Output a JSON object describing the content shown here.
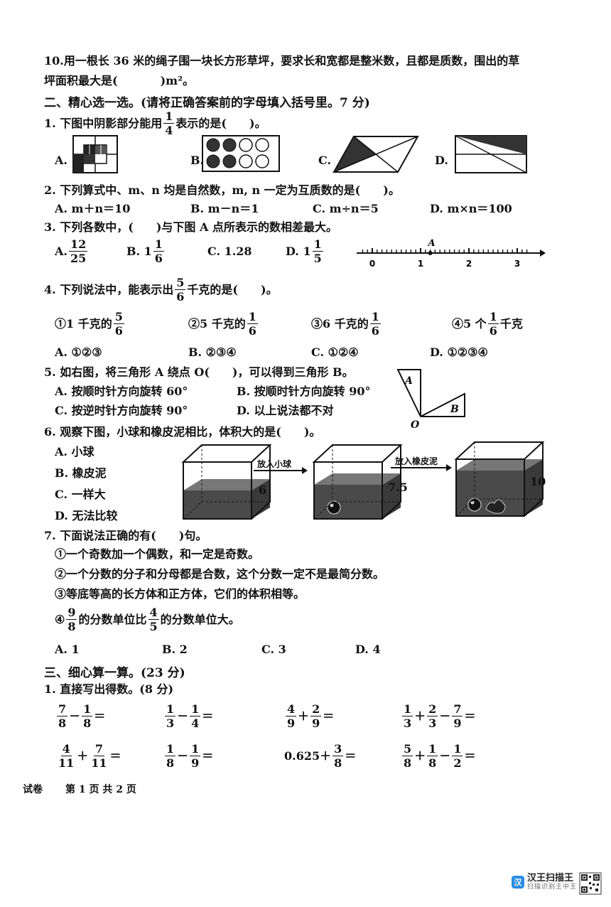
{
  "q10": {
    "line1": "10.用一根长 36 米的绳子围一块长方形草坪，要求长和宽都是整米数，且都是质数，围出的草",
    "line2_a": "坪面积最大是(",
    "line2_b": ")m²。"
  },
  "sec2": {
    "title": "二、精心选一选。(请将正确答案前的字母填入括号里。7 分)"
  },
  "s2q1": {
    "pre": "1. 下图中阴影部分能用",
    "num": "1",
    "den": "4",
    "post": "表示的是(　　)。",
    "opts": [
      "A.",
      "B.",
      "C.",
      "D."
    ]
  },
  "s2q2": {
    "stem": "2. 下列算式中、m、n 均是自然数，m, n 一定为互质数的是(　　)。",
    "opts": [
      "A. m＋n＝10",
      "B. m－n＝1",
      "C. m÷n＝5",
      "D. m×n＝100"
    ]
  },
  "s2q3": {
    "stem": "3. 下列各数中，(　　)与下图 A 点所表示的数相差最大。",
    "optA": {
      "label": "A.",
      "num": "12",
      "den": "25"
    },
    "optB": {
      "label": "B. 1",
      "num": "1",
      "den": "6"
    },
    "optC": "C. 1.28",
    "optD": {
      "label": "D. 1",
      "num": "1",
      "den": "5"
    },
    "axis": {
      "labels": [
        "0",
        "1",
        "2",
        "3"
      ],
      "point": "A",
      "point_value": 1.2
    }
  },
  "s2q4": {
    "pre": "4. 下列说法中，能表示出",
    "num": "5",
    "den": "6",
    "post": "千克的是(　　)。",
    "items": [
      {
        "pre": "①1 千克的",
        "num": "5",
        "den": "6",
        "post": ""
      },
      {
        "pre": "②5 千克的",
        "num": "1",
        "den": "6",
        "post": ""
      },
      {
        "pre": "③6 千克的",
        "num": "1",
        "den": "6",
        "post": ""
      },
      {
        "pre": "④5 个",
        "num": "1",
        "den": "6",
        "post": "千克"
      }
    ],
    "opts": [
      "A. ①②③",
      "B. ②③④",
      "C. ①②④",
      "D. ①②③④"
    ]
  },
  "s2q5": {
    "stem": "5. 如右图，将三角形 A 绕点 O(　　)，可以得到三角形 B。",
    "opts": [
      "A. 按顺时针方向旋转 60°",
      "B. 按顺时针方向旋转 90°",
      "C. 按逆时针方向旋转 90°",
      "D. 以上说法都不对"
    ],
    "labels": {
      "a": "A",
      "b": "B",
      "o": "O"
    }
  },
  "s2q6": {
    "stem": "6. 观察下图，小球和橡皮泥相比，体积大的是(　　)。",
    "opts": [
      "A. 小球",
      "B. 橡皮泥",
      "C. 一样大",
      "D. 无法比较"
    ],
    "arrow1": "放入小球",
    "arrow2": "放入橡皮泥",
    "levels": [
      "6",
      "7.5",
      "10"
    ]
  },
  "s2q7": {
    "stem": "7. 下面说法正确的有(　　)句。",
    "s1": "①一个奇数加一个偶数，和一定是奇数。",
    "s2": "②一个分数的分子和分母都是合数，这个分数一定不是最简分数。",
    "s3": "③等底等高的长方体和正方体，它们的体积相等。",
    "s4": {
      "pre": "④",
      "n1": "9",
      "d1": "8",
      "mid": "的分数单位比",
      "n2": "4",
      "d2": "5",
      "post": "的分数单位大。"
    },
    "opts": [
      "A. 1",
      "B. 2",
      "C. 3",
      "D. 4"
    ]
  },
  "sec3": {
    "title": "三、细心算一算。(23 分)",
    "sub": "1. 直接写出得数。(8 分)"
  },
  "calc": {
    "r1c1": {
      "n1": "7",
      "d1": "8",
      "op": "－",
      "n2": "1",
      "d2": "8",
      "eq": "＝"
    },
    "r1c2": {
      "n1": "1",
      "d1": "3",
      "op": "－",
      "n2": "1",
      "d2": "4",
      "eq": "＝"
    },
    "r1c3": {
      "n1": "4",
      "d1": "9",
      "op": "＋",
      "n2": "2",
      "d2": "9",
      "eq": "＝"
    },
    "r1c4": {
      "n1": "1",
      "d1": "3",
      "op1": "＋",
      "n2": "2",
      "d2": "3",
      "op2": "－",
      "n3": "7",
      "d3": "9",
      "eq": "＝"
    },
    "r2c1": {
      "n1": "4",
      "d1": "11",
      "op": "＋",
      "n2": "7",
      "d2": "11",
      "eq": "＝"
    },
    "r2c2": {
      "n1": "1",
      "d1": "8",
      "op": "－",
      "n2": "1",
      "d2": "9",
      "eq": "＝"
    },
    "r2c3": {
      "pre": "0.625＋",
      "n2": "3",
      "d2": "8",
      "eq": "＝"
    },
    "r2c4": {
      "n1": "5",
      "d1": "8",
      "op1": "＋",
      "n2": "1",
      "d2": "8",
      "op2": "－",
      "n3": "1",
      "d3": "2",
      "eq": "＝"
    }
  },
  "footer": {
    "left": "试卷",
    "page": "第 1 页 共 2 页"
  },
  "watermark": {
    "name": "汉王扫描王",
    "slogan": "扫描识别王中王",
    "logo_mark": "汉",
    "color": "#2a8de0"
  }
}
